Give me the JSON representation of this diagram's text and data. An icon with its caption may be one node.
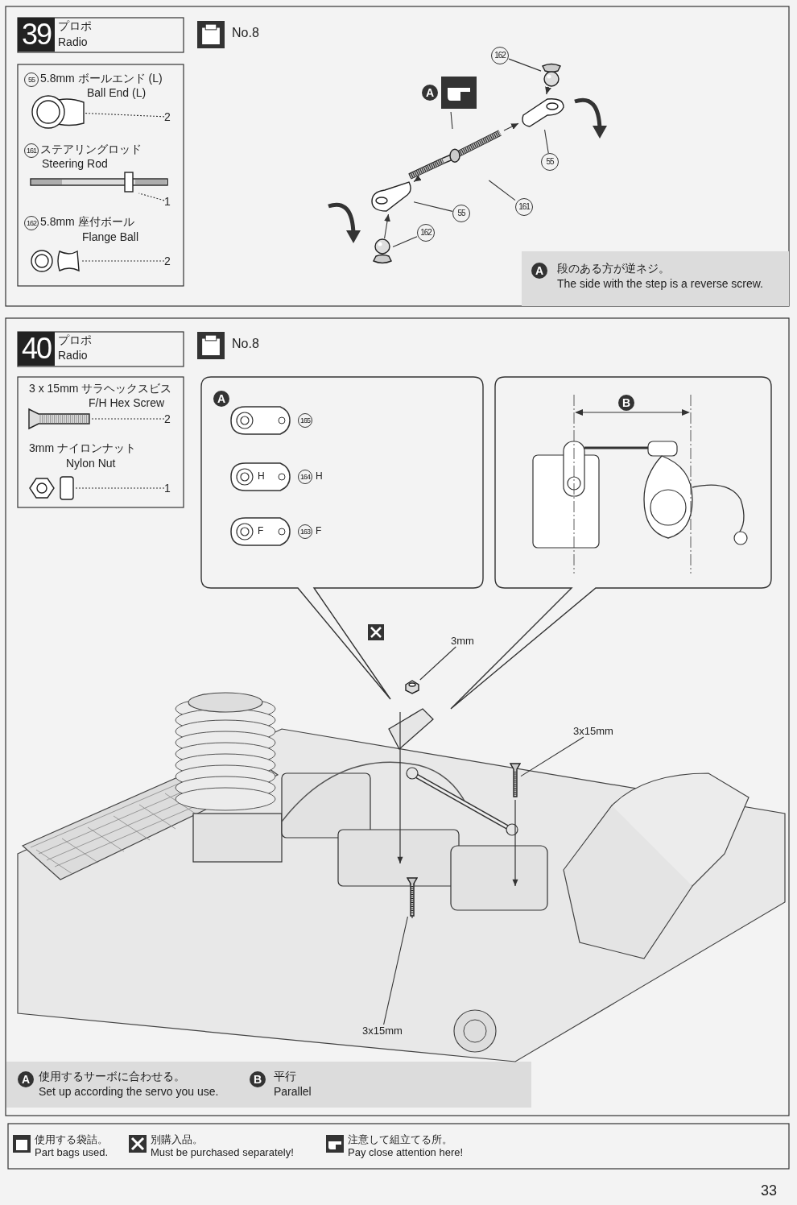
{
  "diagram": {
    "nodes": [
      {
        "text": [
          "162"
        ]
      },
      {
        "text": [],
        "shape": "picture"
      },
      {
        "text": [
          "55"
        ]
      },
      {
        "text": [],
        "shape": "picture"
      },
      {
        "text": [
          "161"
        ]
      },
      {
        "text": [],
        "shape": "picture"
      },
      {
        "text": [
          "55"
        ]
      },
      {
        "text": [],
        "shape": "picture"
      },
      {
        "text": [
          "162"
        ]
      },
      {
        "text": [],
        "shape": "picture"
      },
      {
        "text": [
          "A"
        ]
      },
      {
        "text": [
          "3mm"
        ]
      },
      {
        "text": [],
        "shape": "picture"
      },
      {
        "text": [
          "3x15mm"
        ]
      },
      {
        "text": [],
        "shape": "picture"
      },
      {
        "text": [
          "3x15mm"
        ]
      },
      {
        "text": [],
        "shape": "picture"
      },
      {
        "text": [],
        "shape": "picture"
      },
      {
        "text": [
          "2"
        ]
      },
      {
        "text": [],
        "shape": "picture"
      },
      {
        "text": [
          "1"
        ]
      },
      {
        "text": [],
        "shape": "picture"
      },
      {
        "text": [
          "2"
        ]
      },
      {
        "text": [],
        "shape": "picture"
      },
      {
        "text": [
          "2"
        ]
      },
      {
        "text": [],
        "shape": "picture"
      },
      {
        "text": [
          "1"
        ]
      }
    ],
    "edges": [
      {
        "from": 0,
        "to": 1,
        "arrow": "none"
      },
      {
        "from": 2,
        "to": 3,
        "arrow": "none"
      },
      {
        "from": 4,
        "to": 5,
        "arrow": "none"
      },
      {
        "from": 6,
        "to": 7,
        "arrow": "none"
      },
      {
        "from": 8,
        "to": 9,
        "arrow": "none"
      },
      {
        "from": 10,
        "to": 5,
        "arrow": "none"
      },
      {
        "from": 11,
        "to": 12,
        "arrow": "none"
      },
      {
        "from": 13,
        "to": 14,
        "arrow": "none"
      },
      {
        "from": 15,
        "to": 16,
        "arrow": "none"
      },
      {
        "from": 1,
        "to": 3,
        "arrow": "to"
      },
      {
        "from": 5,
        "to": 3,
        "arrow": "to"
      },
      {
        "from": 5,
        "to": 7,
        "arrow": "to"
      },
      {
        "from": 9,
        "to": 7,
        "arrow": "to"
      },
      {
        "from": 18,
        "to": 17,
        "arrow": "none",
        "style": "dashed"
      },
      {
        "from": 20,
        "to": 19,
        "arrow": "none",
        "style": "dashed"
      },
      {
        "from": 22,
        "to": 21,
        "arrow": "none",
        "style": "dashed"
      },
      {
        "from": 24,
        "to": 23,
        "arrow": "none",
        "style": "dashed"
      },
      {
        "from": 26,
        "to": 25,
        "arrow": "none",
        "style": "dashed"
      }
    ],
    "labels": [
      "39",
      "プロポ",
      "Radio",
      "No.8",
      "55",
      "5.8mm ボールエンド (L)",
      "Ball End (L)",
      "161",
      "ステアリングロッド",
      "Steering Rod",
      "162",
      "5.8mm 座付ボール",
      "Flange Ball",
      "A",
      "段のある方が逆ネジ。",
      "The side with the step is a reverse screw.",
      "40",
      "プロポ",
      "Radio",
      "No.8",
      "3 x 15mm サラヘックスビス",
      "F/H Hex Screw",
      "3mm ナイロンナット",
      "Nylon Nut",
      "A",
      "165",
      "H",
      "164",
      "H",
      "F",
      "163",
      "F",
      "B",
      "A",
      "使用するサーボに合わせる。",
      "Set up according the servo you use.",
      "B",
      "平行",
      "Parallel",
      "33"
    ],
    "legend": [
      {
        "text": "使用する袋詰。 Part bags used."
      },
      {
        "text": "別購入品。 Must be purchased separately!"
      },
      {
        "text": "注意して組立てる所。 Pay close attention here!"
      }
    ]
  }
}
